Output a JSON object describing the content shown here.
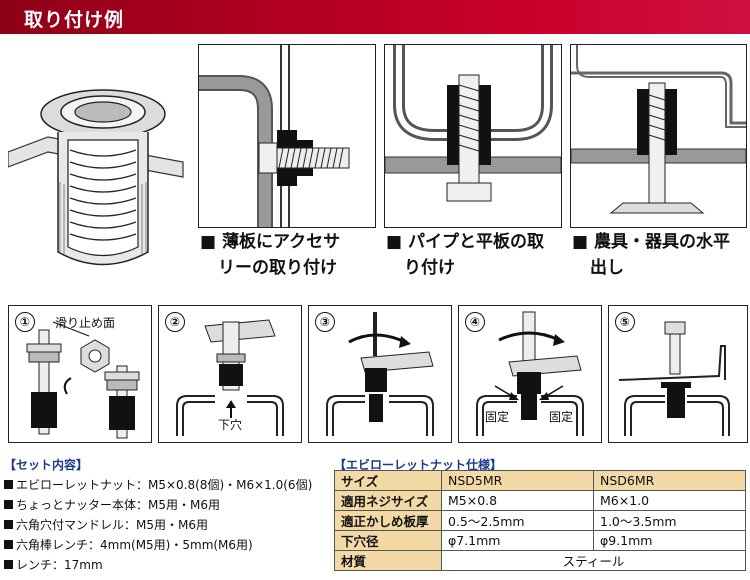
{
  "header": {
    "title": "取り付け例"
  },
  "examples": [
    {
      "caption_line1": "■ 薄板にアクセサ",
      "caption_line2": "リーの取り付け"
    },
    {
      "caption_line1": "■ パイプと平板の取",
      "caption_line2": "り付け"
    },
    {
      "caption_line1": "■ 農具・器具の水平",
      "caption_line2": "出し"
    }
  ],
  "steps": [
    {
      "number": "①",
      "label": "滑り止め面"
    },
    {
      "number": "②",
      "label": "下穴"
    },
    {
      "number": "③",
      "label": ""
    },
    {
      "number": "④",
      "label_left": "固定",
      "label_right": "固定"
    },
    {
      "number": "⑤",
      "label": ""
    }
  ],
  "set_contents": {
    "title": "【セット内容】",
    "items": [
      "エビローレットナット：M5×0.8(8個)・M6×1.0(6個)",
      "ちょっとナッター本体：M5用・M6用",
      "六角穴付マンドレル：M5用・M6用",
      "六角棒レンチ：4mm(M5用)・5mm(M6用)",
      "レンチ：17mm"
    ]
  },
  "spec": {
    "title": "【エビローレットナット仕様】",
    "rows": [
      {
        "label": "サイズ",
        "v1": "NSD5MR",
        "v2": "NSD6MR"
      },
      {
        "label": "適用ネジサイズ",
        "v1": "M5×0.8",
        "v2": "M6×1.0"
      },
      {
        "label": "適正かしめ板厚",
        "v1": "0.5～2.5mm",
        "v2": "1.0～3.5mm"
      },
      {
        "label": "下穴径",
        "v1": "φ7.1mm",
        "v2": "φ9.1mm"
      },
      {
        "label": "材質",
        "v_merged": "スティール"
      }
    ]
  }
}
